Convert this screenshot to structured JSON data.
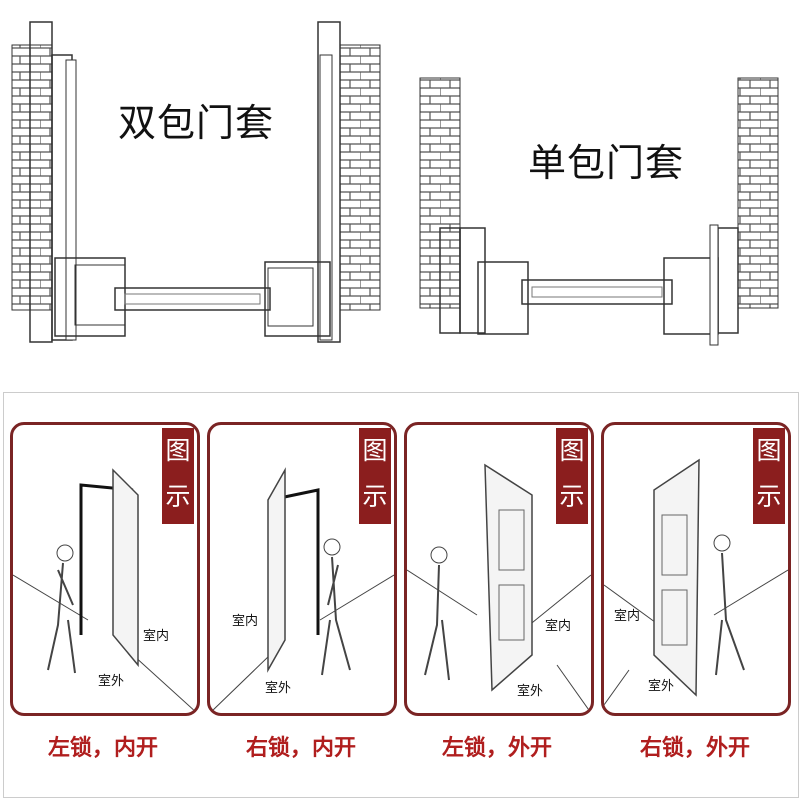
{
  "top": {
    "double_title": "双包门套",
    "single_title": "单包门套"
  },
  "panels": [
    {
      "badge": [
        "图",
        "示"
      ],
      "inside": "室内",
      "outside": "室外",
      "caption": "左锁，内开"
    },
    {
      "badge": [
        "图",
        "示"
      ],
      "inside": "室内",
      "outside": "室外",
      "caption": "右锁，内开"
    },
    {
      "badge": [
        "图",
        "示"
      ],
      "inside": "室内",
      "outside": "室外",
      "caption": "左锁，外开"
    },
    {
      "badge": [
        "图",
        "示"
      ],
      "inside": "室内",
      "outside": "室外",
      "caption": "右锁，外开"
    }
  ],
  "colors": {
    "accent": "#8b1e1e",
    "caption": "#b01e1e"
  }
}
